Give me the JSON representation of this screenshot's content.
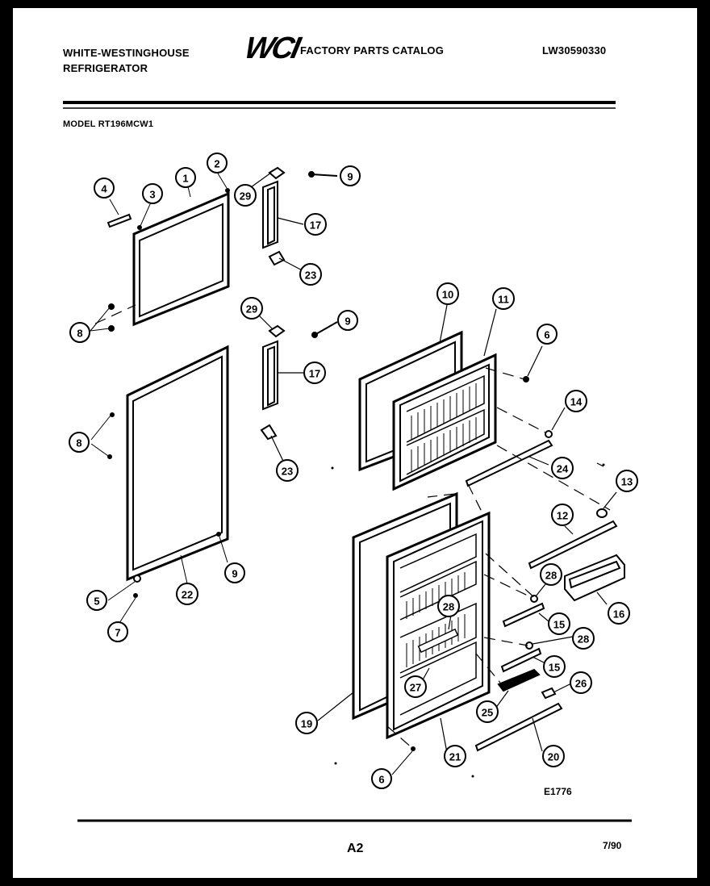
{
  "header": {
    "brand_line1": "WHITE-WESTINGHOUSE",
    "brand_line2": "REFRIGERATOR",
    "logo_text": "WCI",
    "catalog_title": "FACTORY PARTS CATALOG",
    "catalog_number": "LW30590330",
    "model": "MODEL RT196MCW1"
  },
  "diagram": {
    "drawing_id": "E1776",
    "callouts": [
      {
        "id": "c1",
        "label": "1"
      },
      {
        "id": "c2",
        "label": "2"
      },
      {
        "id": "c3",
        "label": "3"
      },
      {
        "id": "c4",
        "label": "4"
      },
      {
        "id": "c29a",
        "label": "29"
      },
      {
        "id": "c9a",
        "label": "9"
      },
      {
        "id": "c17a",
        "label": "17"
      },
      {
        "id": "c23a",
        "label": "23"
      },
      {
        "id": "c8a",
        "label": "8"
      },
      {
        "id": "c29b",
        "label": "29"
      },
      {
        "id": "c9b",
        "label": "9"
      },
      {
        "id": "c17b",
        "label": "17"
      },
      {
        "id": "c10",
        "label": "10"
      },
      {
        "id": "c11",
        "label": "11"
      },
      {
        "id": "c6a",
        "label": "6"
      },
      {
        "id": "c14",
        "label": "14"
      },
      {
        "id": "c8b",
        "label": "8"
      },
      {
        "id": "c23b",
        "label": "23"
      },
      {
        "id": "c24",
        "label": "24"
      },
      {
        "id": "c13",
        "label": "13"
      },
      {
        "id": "c12",
        "label": "12"
      },
      {
        "id": "c9c",
        "label": "9"
      },
      {
        "id": "c5",
        "label": "5"
      },
      {
        "id": "c22",
        "label": "22"
      },
      {
        "id": "c7",
        "label": "7"
      },
      {
        "id": "c28a",
        "label": "28"
      },
      {
        "id": "c16",
        "label": "16"
      },
      {
        "id": "c28b",
        "label": "28"
      },
      {
        "id": "c15a",
        "label": "15"
      },
      {
        "id": "c28c",
        "label": "28"
      },
      {
        "id": "c15b",
        "label": "15"
      },
      {
        "id": "c27",
        "label": "27"
      },
      {
        "id": "c26",
        "label": "26"
      },
      {
        "id": "c25",
        "label": "25"
      },
      {
        "id": "c19",
        "label": "19"
      },
      {
        "id": "c21",
        "label": "21"
      },
      {
        "id": "c20",
        "label": "20"
      },
      {
        "id": "c6b",
        "label": "6"
      }
    ]
  },
  "footer": {
    "page": "A2",
    "date": "7/90"
  }
}
